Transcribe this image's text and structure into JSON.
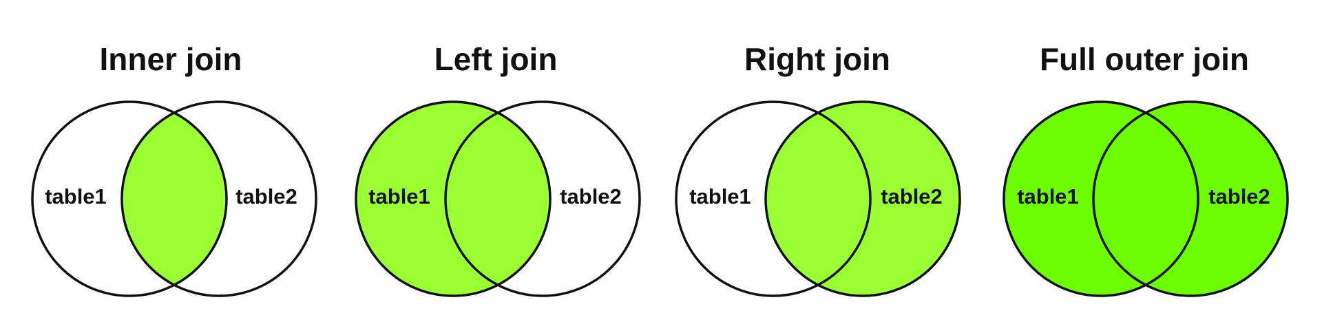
{
  "colors": {
    "background": "#ffffff",
    "outline": "#111111",
    "unfilled": "#ffffff",
    "highlight_light": "#9aff33",
    "highlight_full": "#6dff00"
  },
  "panels": [
    {
      "title": "Inner join",
      "left_label": "table1",
      "right_label": "table2",
      "filled": [
        "intersection"
      ],
      "fill_color": "#9aff33"
    },
    {
      "title": "Left join",
      "left_label": "table1",
      "right_label": "table2",
      "filled": [
        "left",
        "intersection"
      ],
      "fill_color": "#9aff33"
    },
    {
      "title": "Right join",
      "left_label": "table1",
      "right_label": "table2",
      "filled": [
        "right",
        "intersection"
      ],
      "fill_color": "#9aff33"
    },
    {
      "title": "Full outer join",
      "left_label": "table1",
      "right_label": "table2",
      "filled": [
        "left",
        "intersection",
        "right"
      ],
      "fill_color": "#6dff00"
    }
  ]
}
